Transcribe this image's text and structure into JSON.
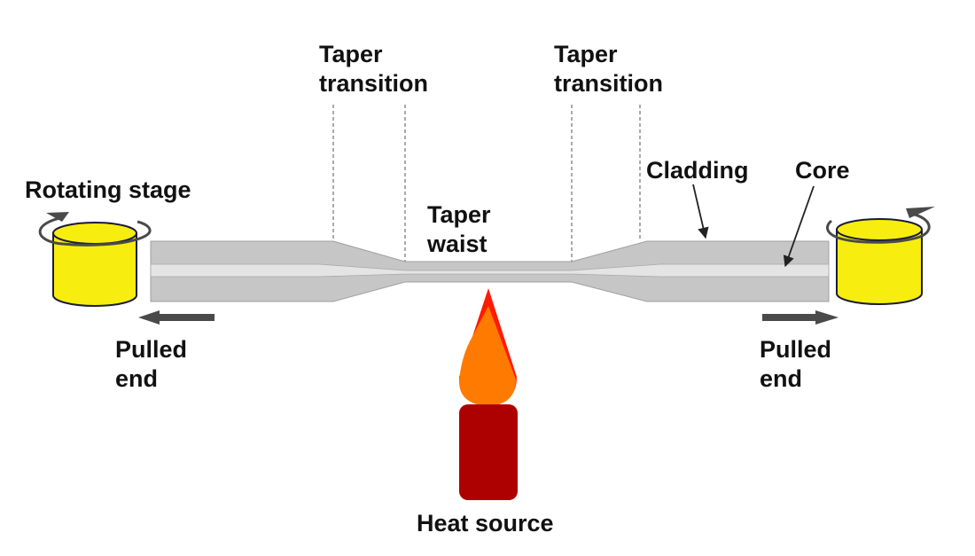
{
  "title": "Fiber taper fabrication setup",
  "labels": {
    "taper_transition_left": [
      "Taper",
      "transition"
    ],
    "taper_transition_right": [
      "Taper",
      "transition"
    ],
    "rotating_stage": "Rotating stage",
    "taper_waist": [
      "Taper",
      "waist"
    ],
    "cladding": "Cladding",
    "core": "Core",
    "pulled_end_left": [
      "Pulled",
      "end"
    ],
    "pulled_end_right": [
      "Pulled",
      "end"
    ],
    "heat_source": "Heat source"
  },
  "colors": {
    "stage_fill": "#f7ee0f",
    "stage_outline": "#1a1a3a",
    "rotation_arrow": "#4a4a4a",
    "cladding": "#c4c4c4",
    "cladding_edge": "#9a9a9a",
    "core": "#e2e2e2",
    "pull_arrow": "#4a4a4a",
    "flame_outer": "#ff1a00",
    "flame_inner": "#ff7a00",
    "burner": "#ad0000",
    "guide_line": "#555555"
  }
}
